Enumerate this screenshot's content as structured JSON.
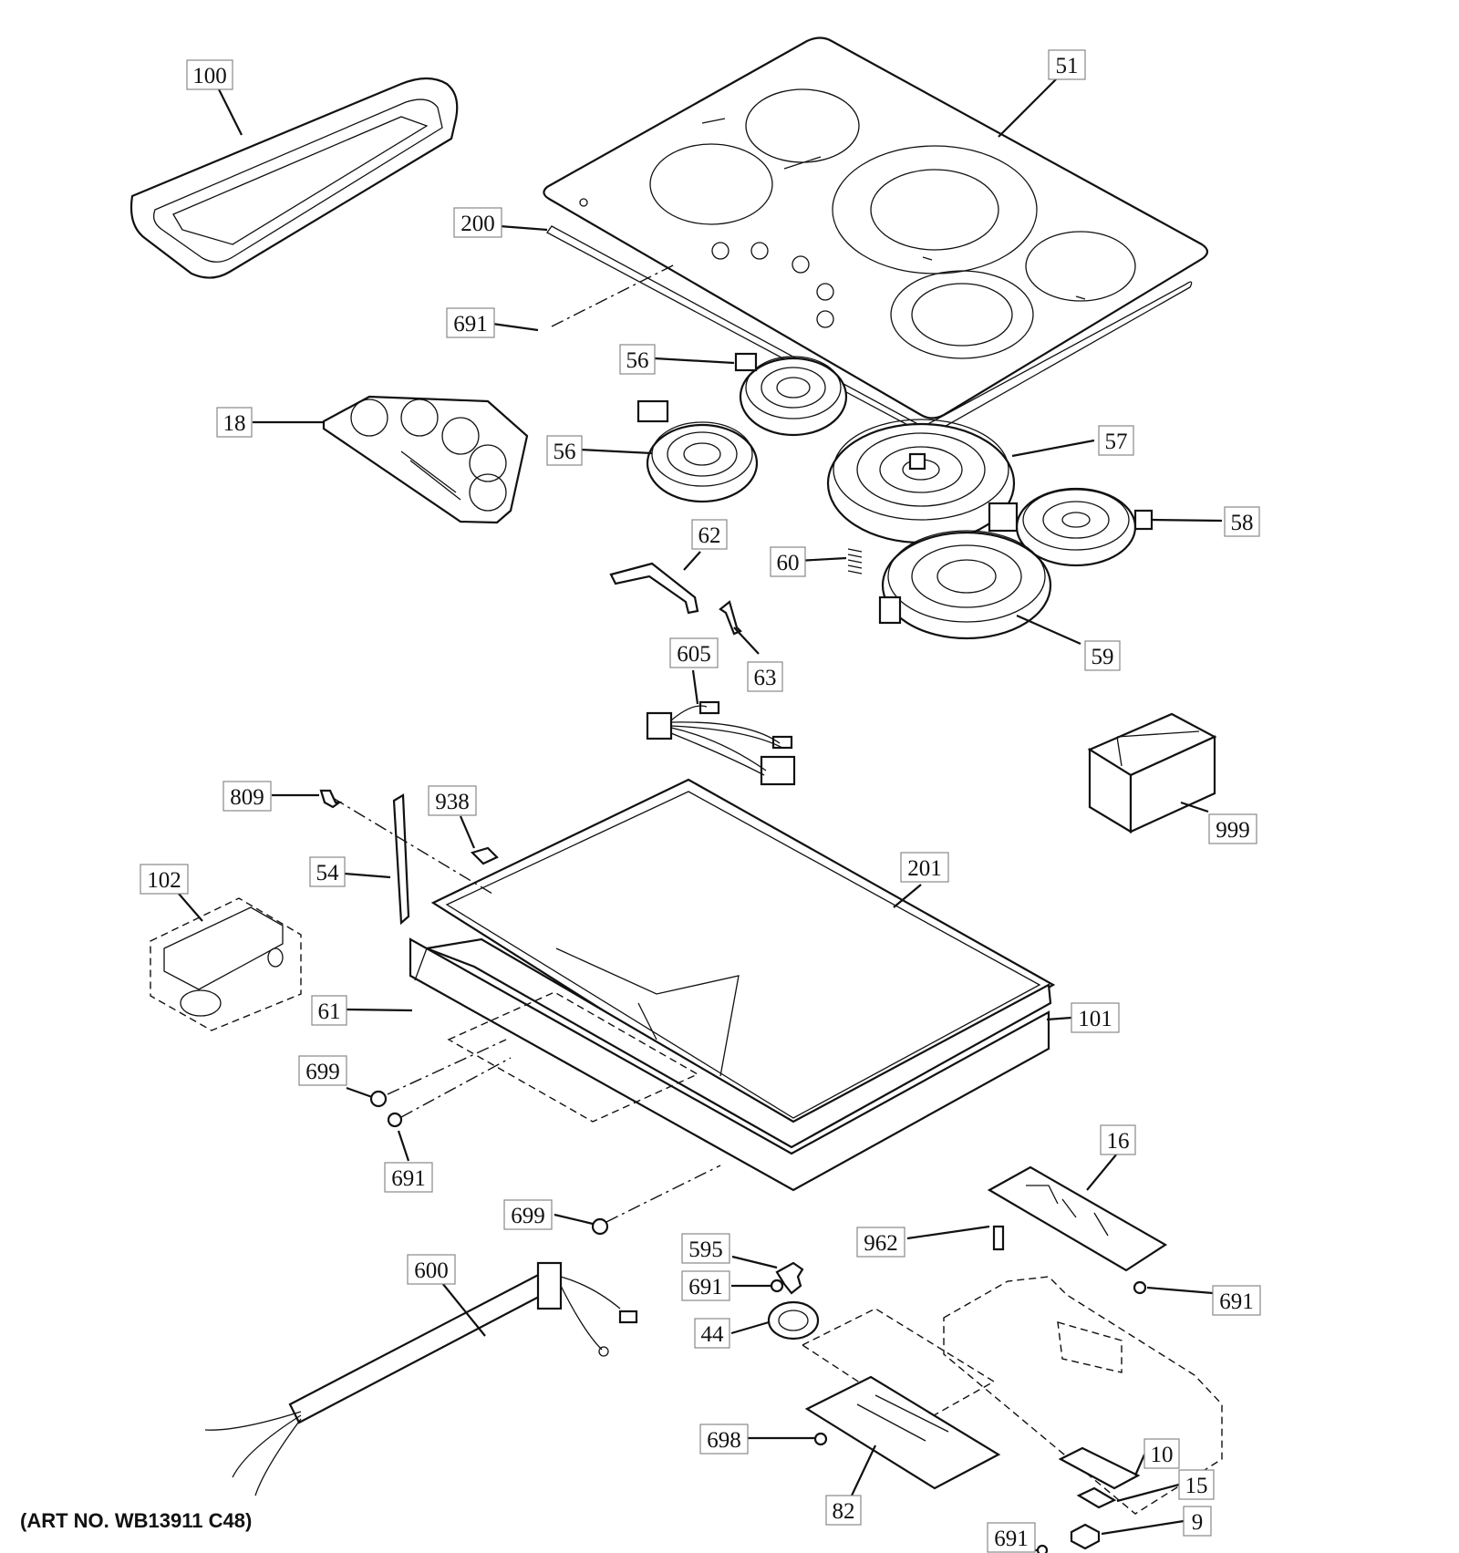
{
  "art_number": "(ART NO. WB13911 C48)",
  "callouts": [
    {
      "id": "c-100",
      "text": "100"
    },
    {
      "id": "c-51",
      "text": "51"
    },
    {
      "id": "c-200",
      "text": "200"
    },
    {
      "id": "c-691a",
      "text": "691"
    },
    {
      "id": "c-56a",
      "text": "56"
    },
    {
      "id": "c-18",
      "text": "18"
    },
    {
      "id": "c-56b",
      "text": "56"
    },
    {
      "id": "c-57",
      "text": "57"
    },
    {
      "id": "c-58",
      "text": "58"
    },
    {
      "id": "c-62",
      "text": "62"
    },
    {
      "id": "c-60",
      "text": "60"
    },
    {
      "id": "c-63",
      "text": "63"
    },
    {
      "id": "c-59",
      "text": "59"
    },
    {
      "id": "c-605",
      "text": "605"
    },
    {
      "id": "c-809",
      "text": "809"
    },
    {
      "id": "c-938",
      "text": "938"
    },
    {
      "id": "c-999",
      "text": "999"
    },
    {
      "id": "c-54",
      "text": "54"
    },
    {
      "id": "c-201",
      "text": "201"
    },
    {
      "id": "c-102",
      "text": "102"
    },
    {
      "id": "c-61",
      "text": "61"
    },
    {
      "id": "c-101",
      "text": "101"
    },
    {
      "id": "c-699a",
      "text": "699"
    },
    {
      "id": "c-691b",
      "text": "691"
    },
    {
      "id": "c-16",
      "text": "16"
    },
    {
      "id": "c-699b",
      "text": "699"
    },
    {
      "id": "c-962",
      "text": "962"
    },
    {
      "id": "c-595",
      "text": "595"
    },
    {
      "id": "c-600",
      "text": "600"
    },
    {
      "id": "c-691c",
      "text": "691"
    },
    {
      "id": "c-691d",
      "text": "691"
    },
    {
      "id": "c-44",
      "text": "44"
    },
    {
      "id": "c-698",
      "text": "698"
    },
    {
      "id": "c-10",
      "text": "10"
    },
    {
      "id": "c-15",
      "text": "15"
    },
    {
      "id": "c-82",
      "text": "82"
    },
    {
      "id": "c-9",
      "text": "9"
    },
    {
      "id": "c-691e",
      "text": "691"
    }
  ]
}
